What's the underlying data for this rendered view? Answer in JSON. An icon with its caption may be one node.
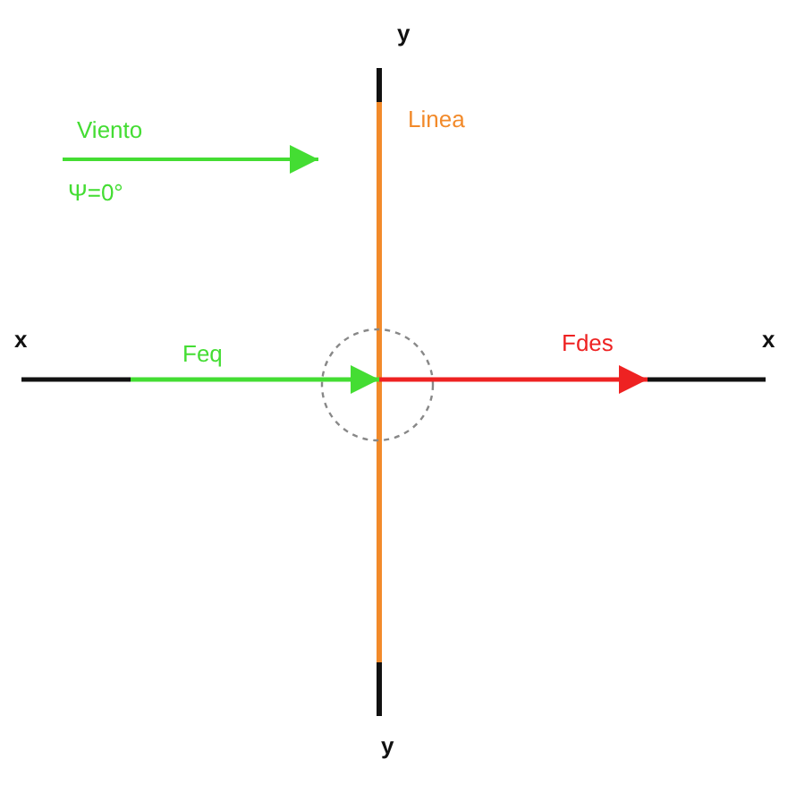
{
  "diagram": {
    "labels": [
      "y",
      "Linea",
      "Viento",
      "Ψ=0°",
      "x",
      "Feq",
      "Fdes",
      "x",
      "y"
    ]
  }
}
